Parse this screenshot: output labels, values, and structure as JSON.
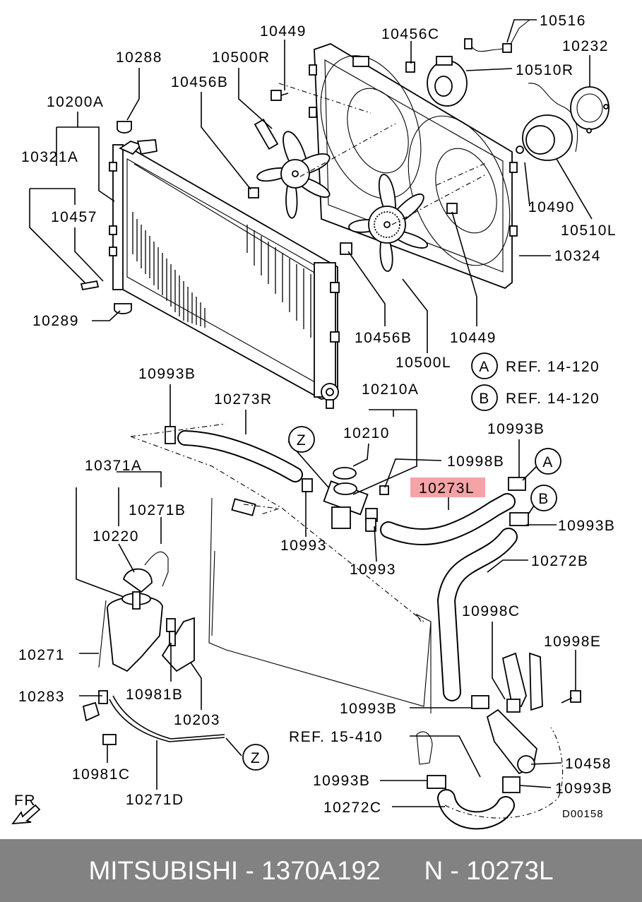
{
  "labels": {
    "l10516": "10516",
    "l10449a": "10449",
    "l10456c": "10456C",
    "l10232": "10232",
    "l10288": "10288",
    "l10500r": "10500R",
    "l10510r": "10510R",
    "l10456b_top": "10456B",
    "l10200a": "10200A",
    "l10321a": "10321A",
    "l10457": "10457",
    "l10490": "10490",
    "l10510l": "10510L",
    "l10324": "10324",
    "l10289": "10289",
    "l10456b_bot": "10456B",
    "l10449b": "10449",
    "l10500l": "10500L",
    "l10993b_1": "10993B",
    "l10273r": "10273R",
    "l10210a": "10210A",
    "l10210": "10210",
    "l10998b": "10998B",
    "l10993b_2": "10993B",
    "l10273l": "10273L",
    "l10371a": "10371A",
    "l10271b": "10271B",
    "l10993b_3": "10993B",
    "l10220": "10220",
    "l10993_1": "10993",
    "l10993_2": "10993",
    "l10272b": "10272B",
    "l10998c": "10998C",
    "l10998e": "10998E",
    "l10271": "10271",
    "l10981b": "10981B",
    "l10283": "10283",
    "l10203": "10203",
    "l10993b_4": "10993B",
    "l_ref15": "REF. 15-410",
    "l10458": "10458",
    "l10981c": "10981C",
    "l10993b_5": "10993B",
    "l10993b_6": "10993B",
    "l10271d": "10271D",
    "l10272c": "10272C",
    "l_d00158": "D00158",
    "l_fr": "FR"
  },
  "callouts": {
    "a_letter": "A",
    "a_ref": "REF. 14-120",
    "b_letter": "B",
    "b_ref": "REF. 14-120",
    "z_letter": "Z",
    "a2_letter": "A",
    "b2_letter": "B",
    "z2_letter": "Z"
  },
  "highlight": {
    "label": "10273L",
    "color": "#f4a3a6"
  },
  "footer": {
    "text": "MITSUBISHI - 1370A192      N - 10273L"
  }
}
